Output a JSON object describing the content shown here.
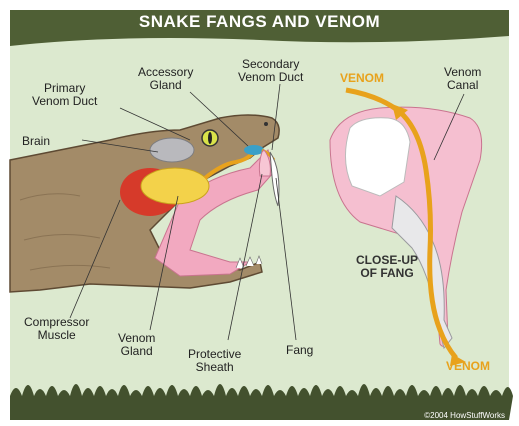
{
  "title": "SNAKE FANGS AND VENOM",
  "labels": {
    "primary_venom_duct": "Primary\nVenom Duct",
    "accessory_gland": "Accessory\nGland",
    "secondary_venom_duct": "Secondary\nVenom Duct",
    "brain": "Brain",
    "compressor_muscle": "Compressor\nMuscle",
    "venom_gland": "Venom\nGland",
    "protective_sheath": "Protective\nSheath",
    "fang": "Fang"
  },
  "closeup": {
    "venom_in": "VENOM",
    "venom_canal": "Venom\nCanal",
    "caption": "CLOSE-UP\nOF FANG",
    "venom_out": "VENOM"
  },
  "credit": "©2004 HowStuffWorks",
  "colors": {
    "background": "#dce9cf",
    "header": "#4f5f35",
    "grass": "#43512e",
    "venom": "#e8a21c",
    "snake_skin": "#a38b68",
    "gum_pink": "#f2a9c0"
  }
}
